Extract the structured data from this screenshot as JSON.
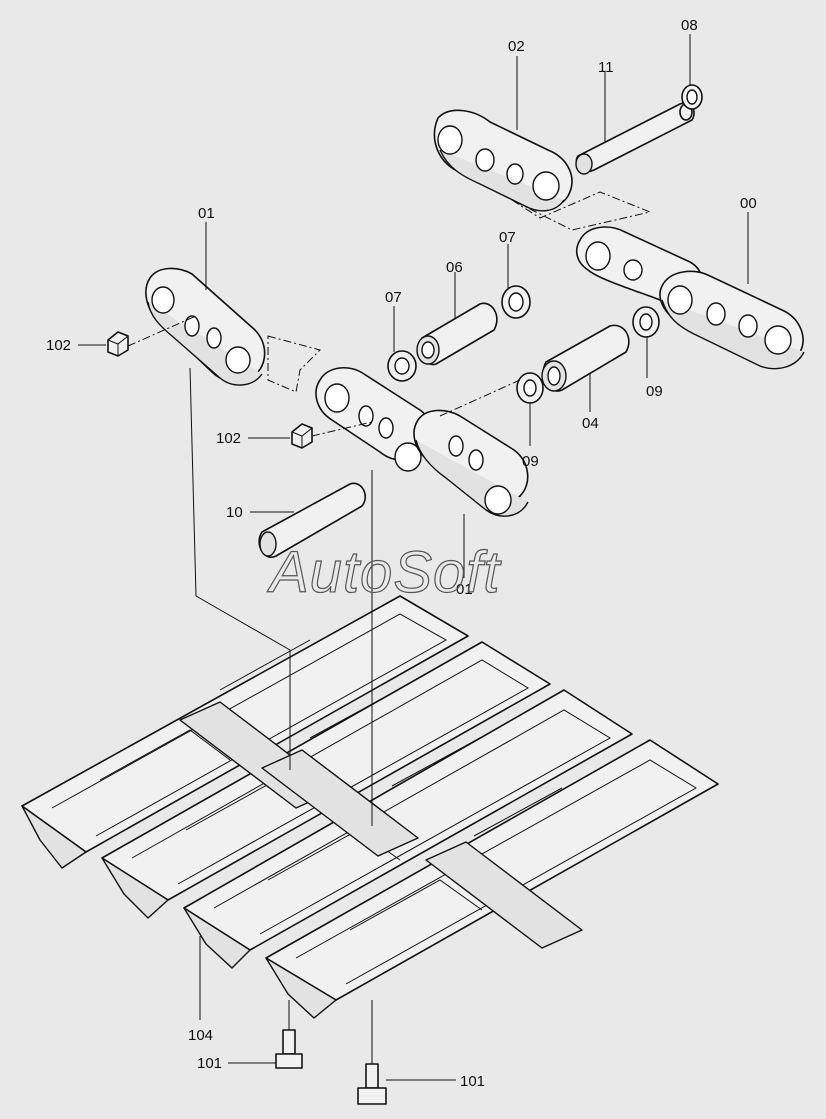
{
  "labels": {
    "l00": "00",
    "l01a": "01",
    "l01b": "01",
    "l02": "02",
    "l04": "04",
    "l06": "06",
    "l07a": "07",
    "l07b": "07",
    "l08": "08",
    "l09a": "09",
    "l09b": "09",
    "l10": "10",
    "l11": "11",
    "l101a": "101",
    "l101b": "101",
    "l102a": "102",
    "l102b": "102",
    "l104": "104"
  },
  "watermark": "AutoSoft"
}
